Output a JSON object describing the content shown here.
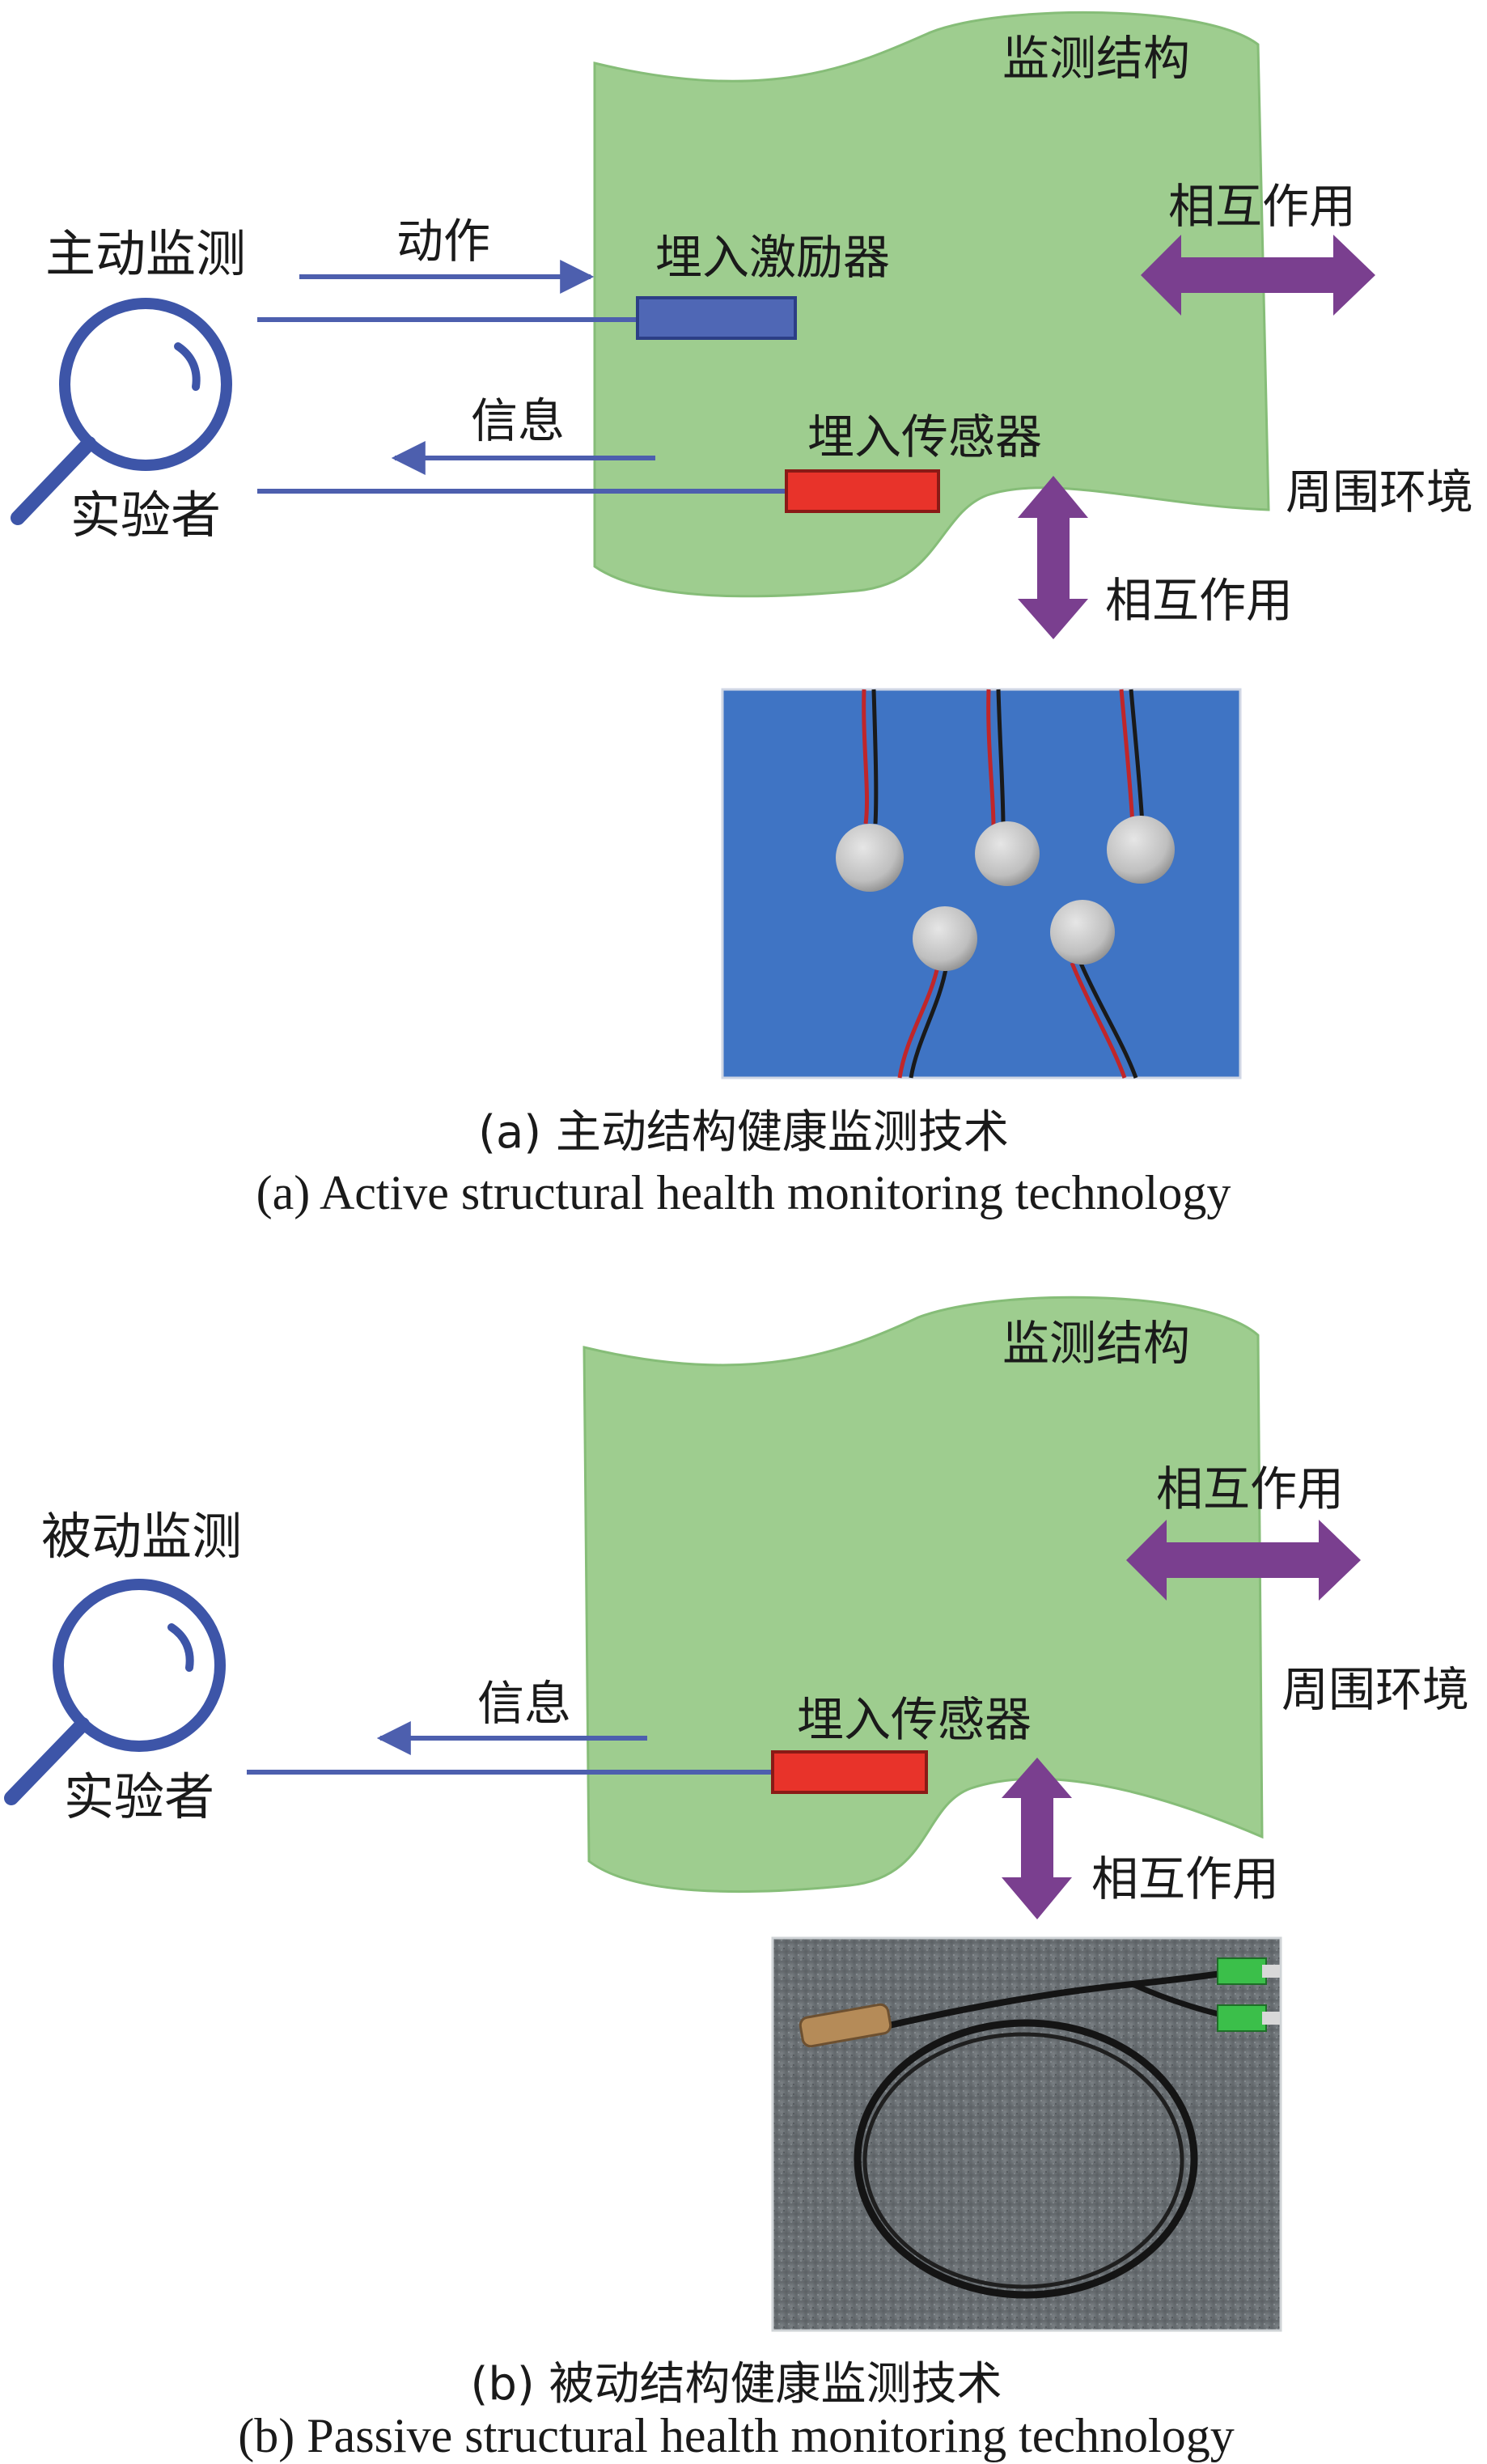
{
  "panel_a": {
    "mode_label": "主动监测",
    "experimenter_label": "实验者",
    "action_label": "动作",
    "info_label": "信息",
    "structure_label": "监测结构",
    "actuator_label": "埋入激励器",
    "sensor_label": "埋入传感器",
    "interaction_right_label": "相互作用",
    "interaction_bottom_label": "相互作用",
    "environment_label": "周围环境",
    "caption_cn": "(a) 主动结构健康监测技术",
    "caption_en": "(a) Active structural health monitoring technology"
  },
  "panel_b": {
    "mode_label": "被动监测",
    "experimenter_label": "实验者",
    "info_label": "信息",
    "structure_label": "监测结构",
    "sensor_label": "埋入传感器",
    "interaction_right_label": "相互作用",
    "interaction_bottom_label": "相互作用",
    "environment_label": "周围环境",
    "caption_cn": "(b) 被动结构健康监测技术",
    "caption_en": "(b) Passive structural health monitoring technology"
  },
  "colors": {
    "structure_fill": "#9ecd8f",
    "structure_stroke": "#7fb573",
    "actuator": "#4f67b5",
    "sensor": "#e8332a",
    "signal_arrow": "#4d5fae",
    "interaction_arrow": "#7a3f8f",
    "magnifier": "#3d55a8",
    "piezo_background": "#3f74c4",
    "fiber_background": "#6e7478"
  },
  "icons": {
    "observer": "magnifier-icon",
    "actuator": "actuator-bar",
    "sensor": "sensor-bar"
  }
}
